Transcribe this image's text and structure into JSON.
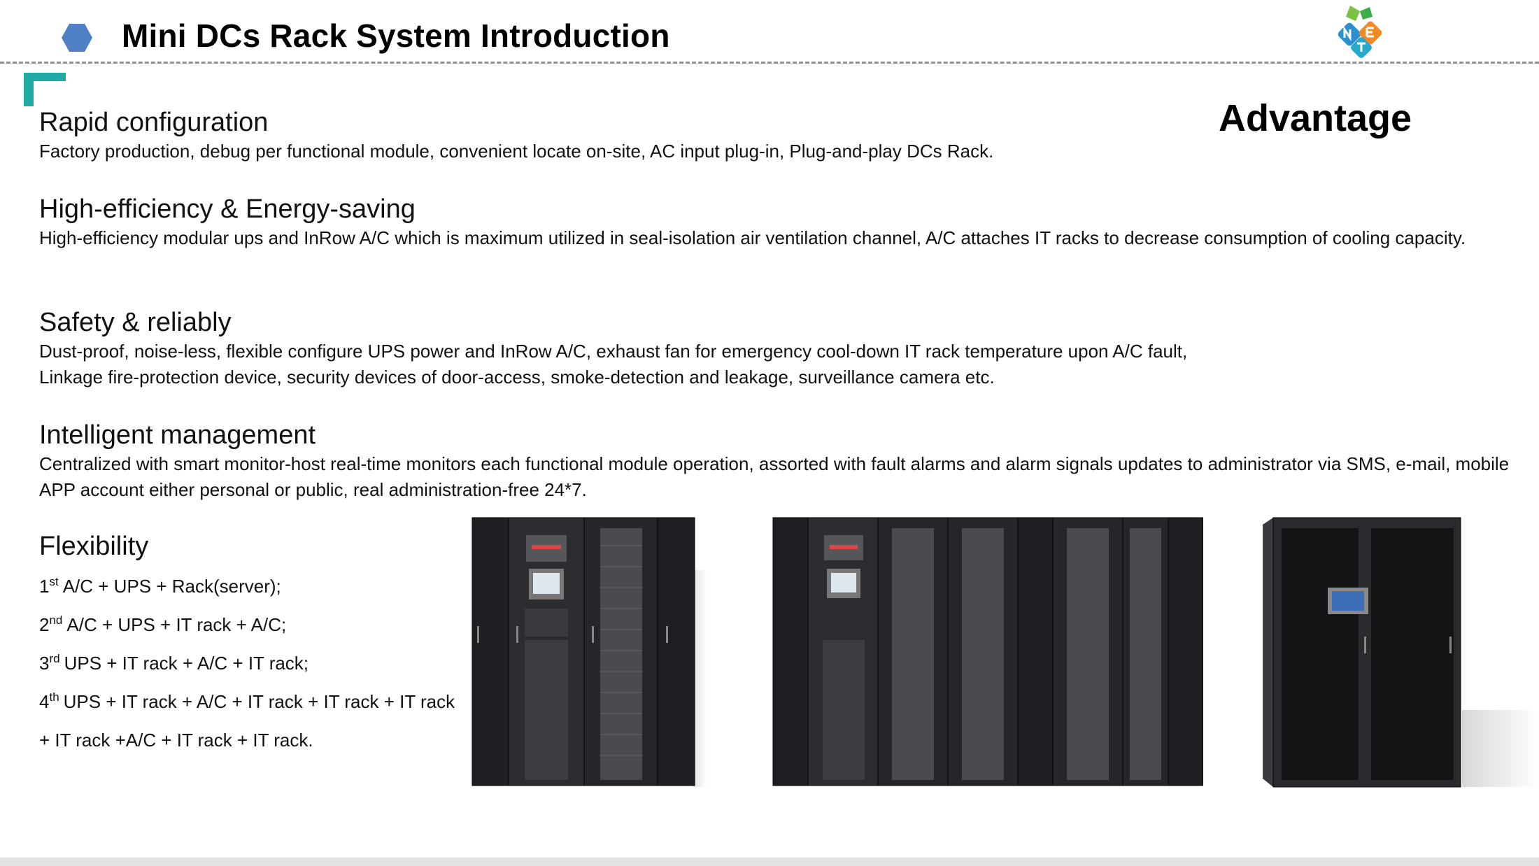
{
  "header": {
    "title": "Mini DCs  Rack System Introduction",
    "hex_color": "#4f7fc5",
    "accent_color": "#1faaa6"
  },
  "advantage_label": "Advantage",
  "sections": [
    {
      "title": "Rapid configuration",
      "lines": [
        "Factory production, debug per functional module, convenient locate on-site, AC input plug-in, Plug-and-play DCs Rack."
      ]
    },
    {
      "title": "High-efficiency & Energy-saving",
      "lines": [
        "High-efficiency modular ups and InRow A/C which is maximum utilized in seal-isolation air ventilation channel, A/C attaches IT racks to decrease consumption of cooling capacity."
      ]
    },
    {
      "title": "Safety & reliably",
      "lines": [
        "Dust-proof, noise-less, flexible configure UPS power and InRow A/C, exhaust fan for emergency cool-down IT rack temperature upon A/C fault,",
        "Linkage fire-protection device, security devices of door-access, smoke-detection and leakage, surveillance camera etc."
      ]
    },
    {
      "title": "Intelligent management",
      "lines": [
        "Centralized with smart monitor-host real-time monitors each functional module operation, assorted with fault alarms and alarm signals updates to administrator via SMS, e-mail, mobile APP account either personal or public, real  administration-free 24*7."
      ]
    }
  ],
  "flexibility": {
    "title": "Flexibility",
    "items": [
      {
        "num": "1",
        "sup": "st",
        "text": "A/C + UPS + Rack(server);"
      },
      {
        "num": "2",
        "sup": "nd",
        "text": "A/C + UPS + IT rack + A/C;"
      },
      {
        "num": "3",
        "sup": "rd",
        "text": "UPS + IT rack + A/C + IT rack;"
      },
      {
        "num": "4",
        "sup": "th",
        "text": "UPS + IT rack + A/C + IT rack + IT rack + IT rack"
      },
      {
        "num": "",
        "sup": "",
        "text": "+ IT rack +A/C + IT rack + IT rack."
      }
    ]
  },
  "images": [
    {
      "name": "rack-system-image-small"
    },
    {
      "name": "rack-system-image-large"
    },
    {
      "name": "rack-system-image-cabinet"
    }
  ]
}
